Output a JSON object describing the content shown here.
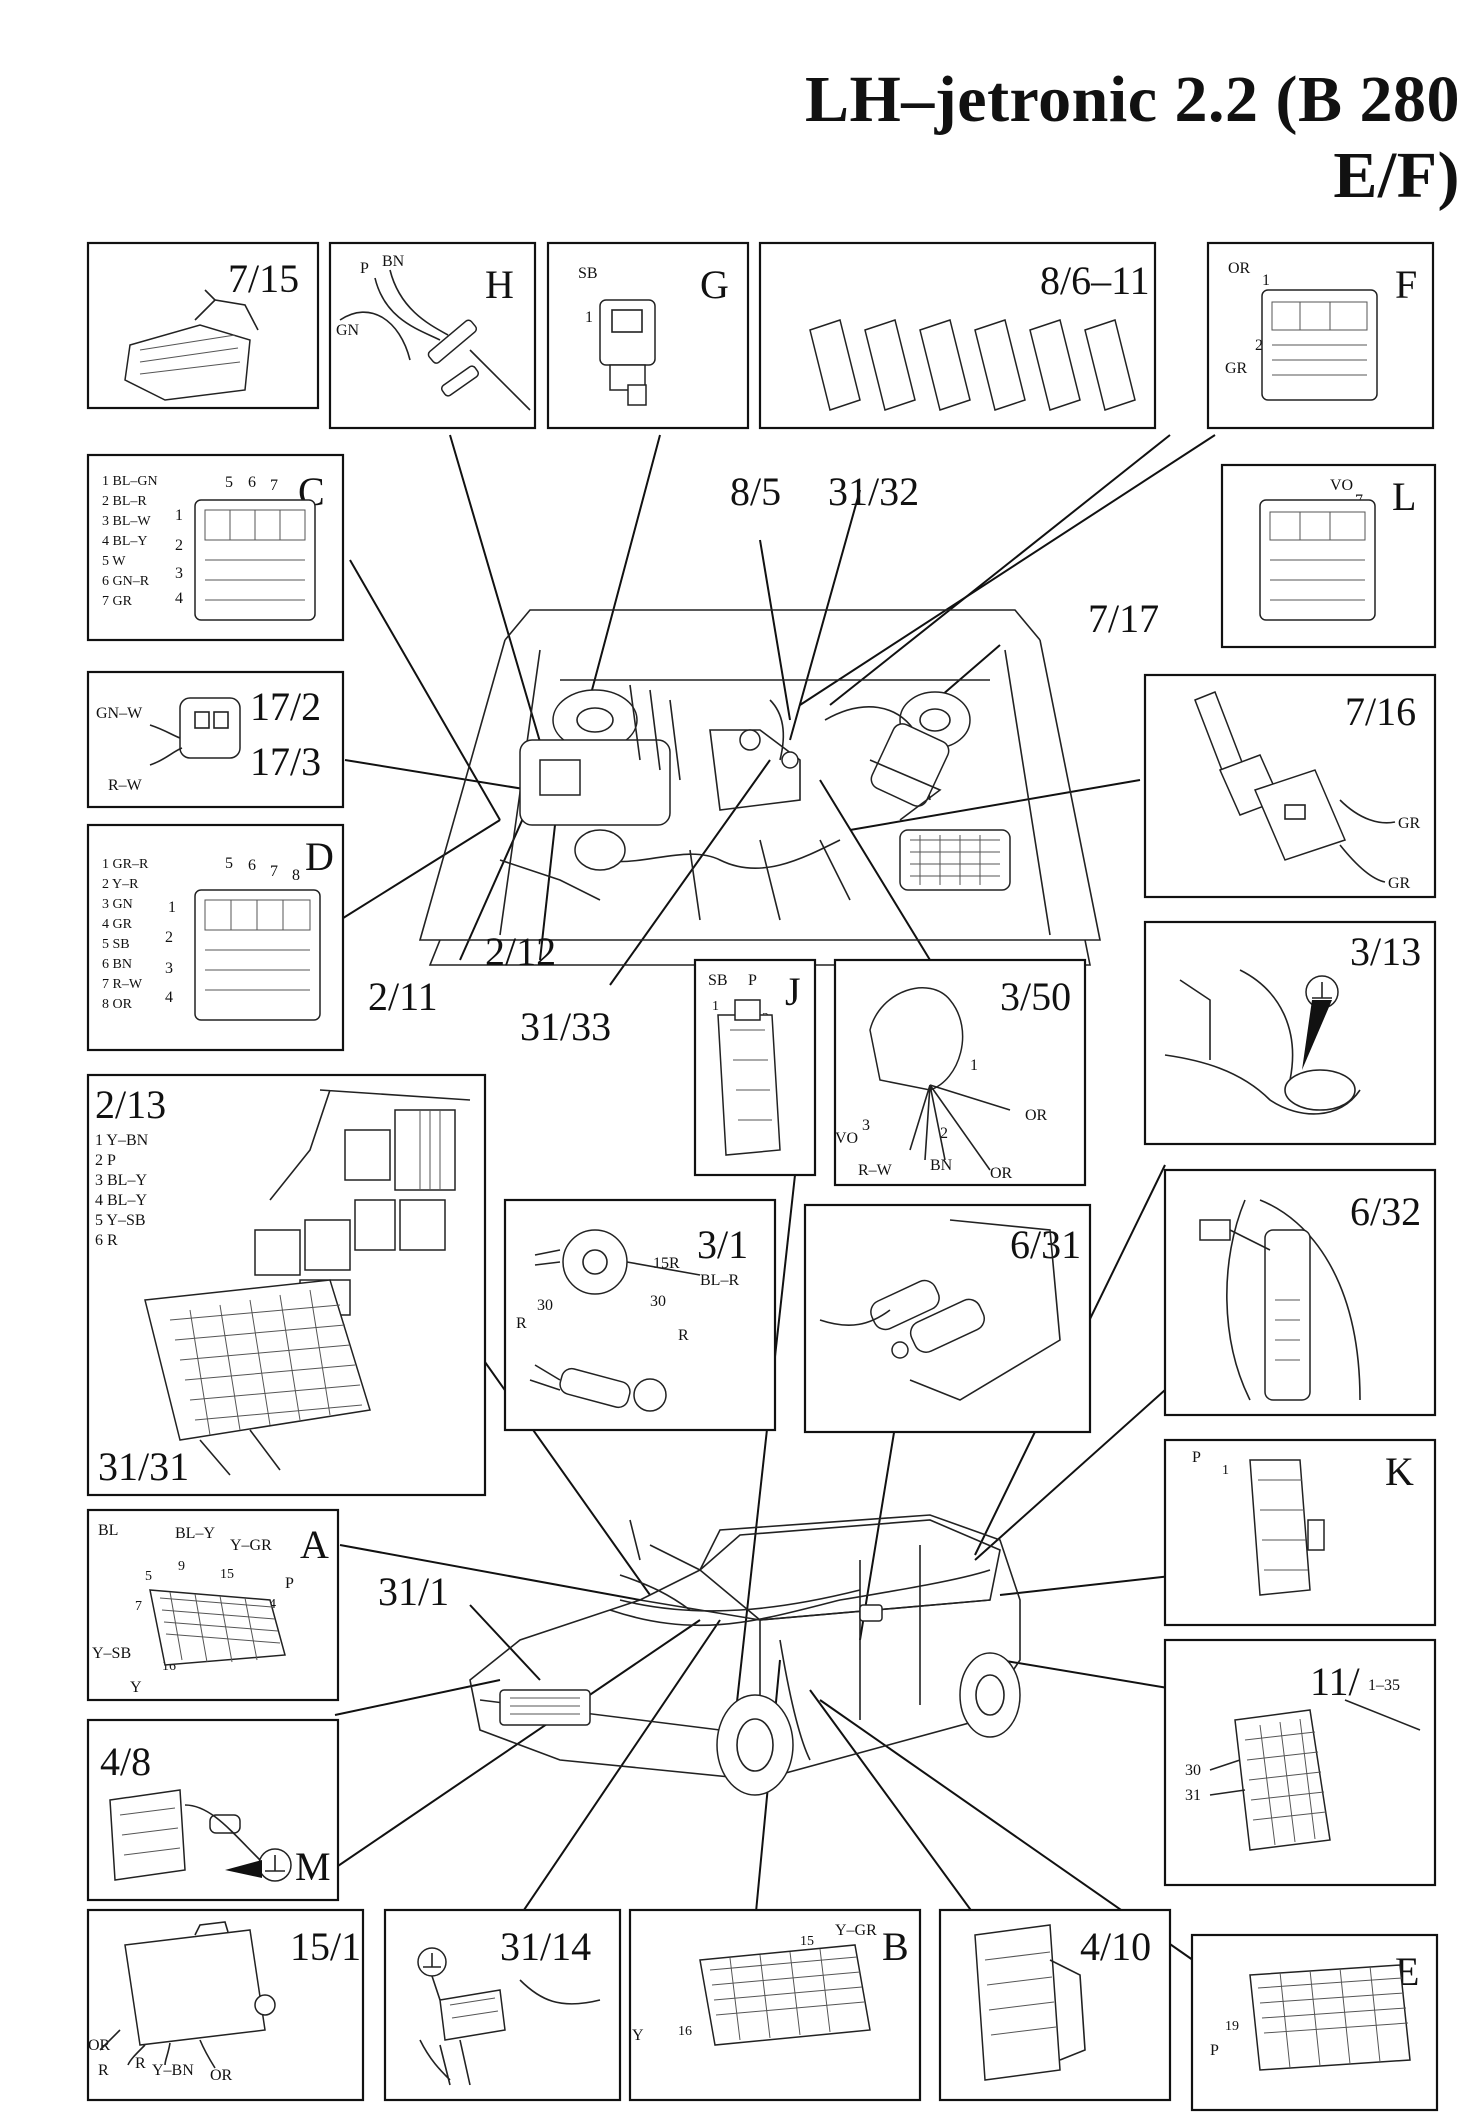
{
  "title": "LH–jetronic 2.2 (B 280 E/F)",
  "engine_callouts": [
    {
      "label": "8/5"
    },
    {
      "label": "31/32"
    },
    {
      "label": "7/17"
    },
    {
      "label": "2/11"
    },
    {
      "label": "2/12"
    },
    {
      "label": "31/33"
    },
    {
      "label": "31/1"
    }
  ],
  "panels": [
    {
      "label": "7/15",
      "texts": []
    },
    {
      "label": "H",
      "texts": [
        "P",
        "BN",
        "GN"
      ]
    },
    {
      "label": "G",
      "texts": [
        "SB",
        "1"
      ]
    },
    {
      "label": "8/6–11",
      "texts": []
    },
    {
      "label": "F",
      "texts": [
        "OR",
        "1",
        "2",
        "GR"
      ]
    },
    {
      "label": "C",
      "texts": [
        "1 BL–GN",
        "2 BL–R",
        "3 BL–W",
        "4 BL–Y",
        "5 W",
        "6 GN–R",
        "7 GR",
        "5",
        "6",
        "7",
        "1",
        "2",
        "3",
        "4"
      ]
    },
    {
      "label": "L",
      "texts": [
        "VO",
        "7"
      ]
    },
    {
      "label": "17/2",
      "texts": [
        "17/3",
        "GN–W",
        "R–W"
      ]
    },
    {
      "label": "7/16",
      "texts": [
        "GR",
        "GR"
      ]
    },
    {
      "label": "D",
      "texts": [
        "1 GR–R",
        "2 Y–R",
        "3 GN",
        "4 GR",
        "5 SB",
        "6 BN",
        "7 R–W",
        "8 OR",
        "5",
        "6",
        "7",
        "8",
        "1",
        "2",
        "3",
        "4"
      ]
    },
    {
      "label": "J",
      "texts": [
        "SB",
        "P",
        "1",
        "2"
      ]
    },
    {
      "label": "3/50",
      "texts": [
        "1",
        "OR",
        "VO",
        "3",
        "2",
        "R–W",
        "BN",
        "OR"
      ]
    },
    {
      "label": "3/13",
      "texts": []
    },
    {
      "label": "2/13",
      "texts": [
        "1 Y–BN",
        "2 P",
        "3 BL–Y",
        "4 BL–Y",
        "5 Y–SB",
        "6 R",
        "31/31"
      ]
    },
    {
      "label": "3/1",
      "texts": [
        "15R",
        "BL–R",
        "30",
        "30",
        "R",
        "R"
      ]
    },
    {
      "label": "6/31",
      "texts": []
    },
    {
      "label": "6/32",
      "texts": []
    },
    {
      "label": "A",
      "texts": [
        "BL",
        "BL–Y",
        "Y–GR",
        "5",
        "9",
        "15",
        "P",
        "7",
        "24",
        "Y–SB",
        "16",
        "Y"
      ]
    },
    {
      "label": "K",
      "texts": [
        "P",
        "1"
      ]
    },
    {
      "label": "11/",
      "texts": [
        "1–35",
        "30",
        "31"
      ]
    },
    {
      "label": "4/8",
      "texts": [
        "M"
      ]
    },
    {
      "label": "15/1",
      "texts": [
        "OR",
        "R",
        "R",
        "Y–BN",
        "OR"
      ]
    },
    {
      "label": "31/14",
      "texts": []
    },
    {
      "label": "B",
      "texts": [
        "Y–GR",
        "15",
        "Y",
        "16"
      ]
    },
    {
      "label": "4/10",
      "texts": []
    },
    {
      "label": "E",
      "texts": [
        "19",
        "P"
      ]
    }
  ],
  "icons": [
    "ground-symbol-icon"
  ]
}
